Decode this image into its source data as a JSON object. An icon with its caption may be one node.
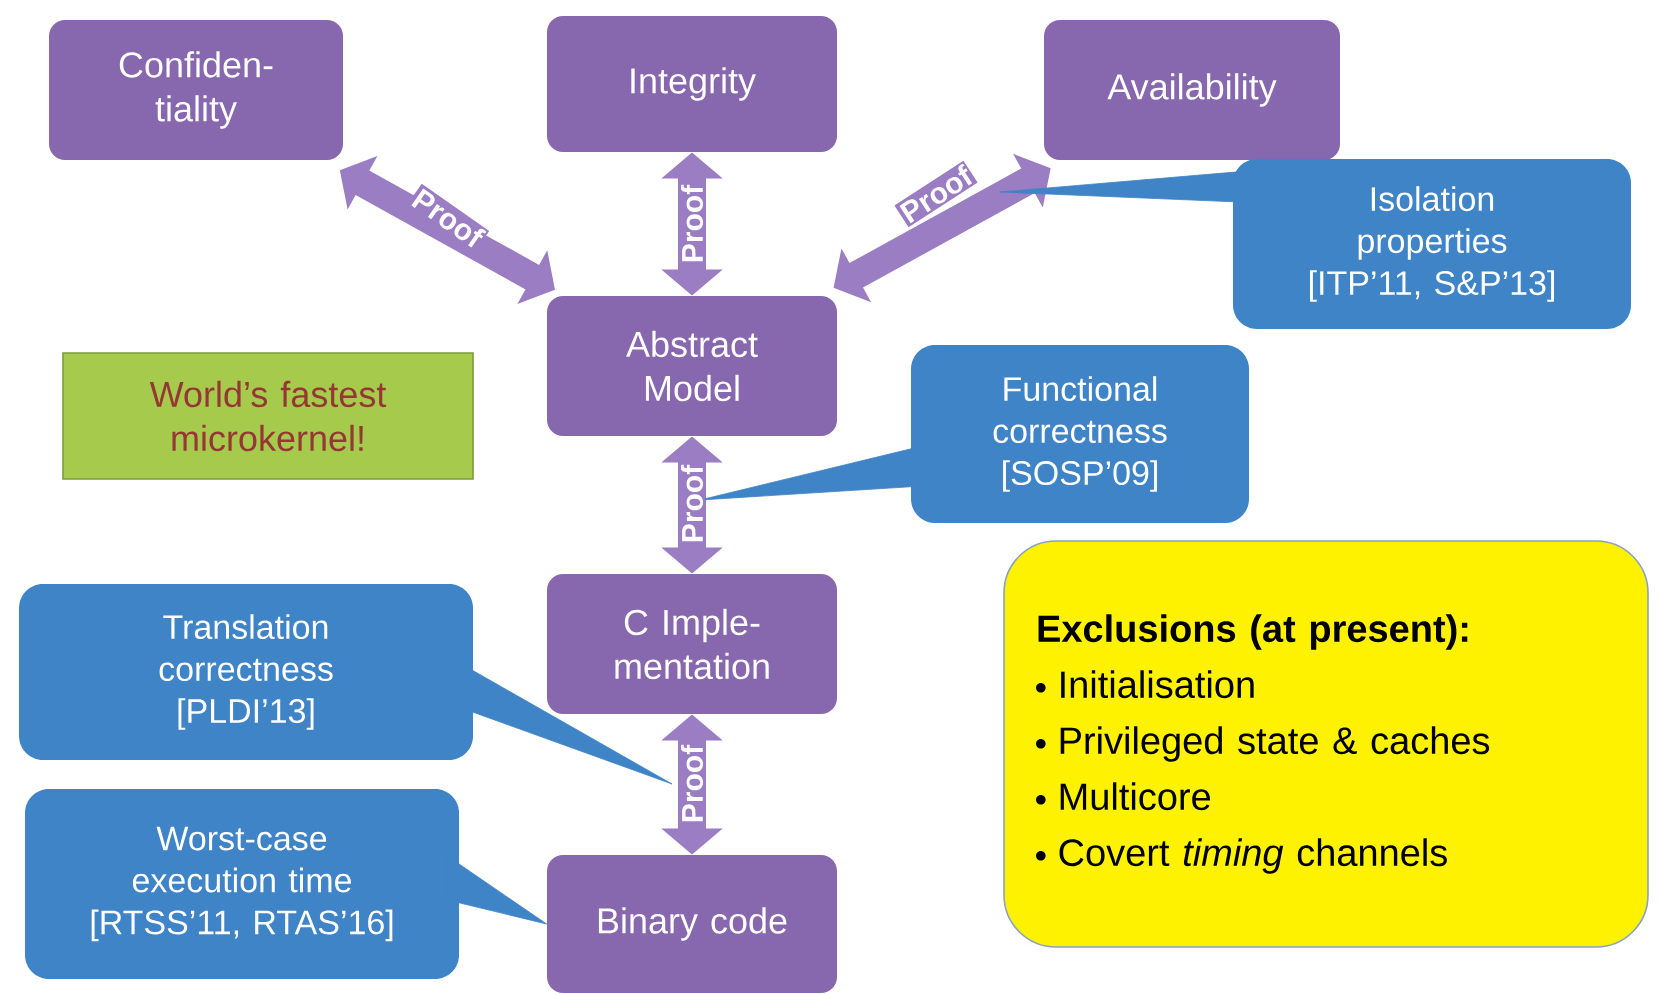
{
  "diagram": {
    "nodes": [
      {
        "text": [
          "Confiden- tiality"
        ]
      },
      {
        "text": [
          "Integrity"
        ]
      },
      {
        "text": [
          "Availability"
        ]
      },
      {
        "text": [
          "Isolation properties [ITP’11, S&P’13]"
        ]
      },
      {
        "text": [
          "World’s fastest microkernel!"
        ]
      },
      {
        "text": [
          "Abstract Model"
        ]
      },
      {
        "text": [
          "Functional correctness [SOSP’09]"
        ]
      },
      {
        "text": [
          "Translation correctness [PLDI’13]"
        ]
      },
      {
        "text": [
          "C Imple- mentation"
        ]
      },
      {
        "text": [
          "Exclusions (at present):",
          "Initialisation",
          "Privileged state & caches",
          "Multicore",
          "Covert *timing* channels"
        ]
      },
      {
        "text": [
          "Worst-case execution time [RTSS’11, RTAS’16]"
        ]
      },
      {
        "text": [
          "Binary code"
        ]
      }
    ],
    "edges": [
      {
        "from": 5,
        "to": 0,
        "arrow": "both",
        "label": "Proof"
      },
      {
        "from": 5,
        "to": 1,
        "arrow": "both",
        "label": "Proof"
      },
      {
        "from": 5,
        "to": 2,
        "arrow": "both",
        "label": "Proof"
      },
      {
        "from": 3,
        "to": null,
        "arrow": "to"
      },
      {
        "from": 5,
        "to": 8,
        "arrow": "both",
        "label": "Proof"
      },
      {
        "from": 6,
        "to": null,
        "arrow": "to"
      },
      {
        "from": 7,
        "to": null,
        "arrow": "to"
      },
      {
        "from": 8,
        "to": 11,
        "arrow": "both",
        "label": "Proof"
      },
      {
        "from": 10,
        "to": 11,
        "arrow": "to"
      }
    ]
  }
}
